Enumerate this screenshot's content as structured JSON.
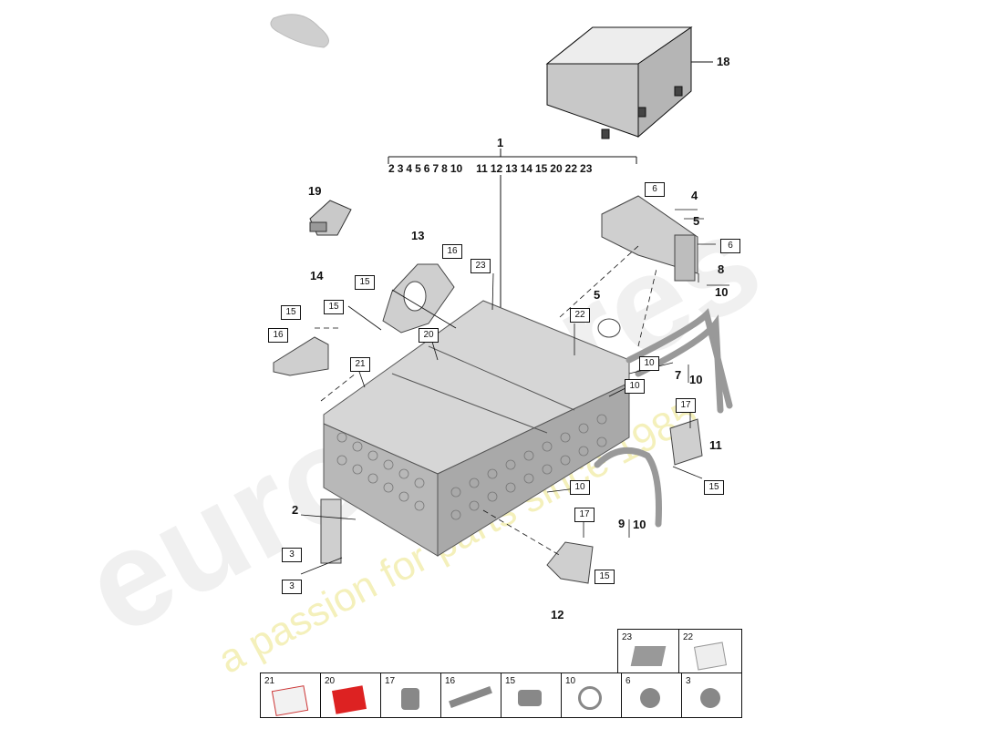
{
  "colors": {
    "line": "#111111",
    "part_fill": "#d4d4d4",
    "part_dark": "#9a9a9a",
    "watermark": "#e9e9e9",
    "watermark_yellow": "#f3efb4"
  },
  "watermark": {
    "brand": "eurospares",
    "slogan": "a passion for parts since 1985"
  },
  "header_numbers": [
    "2",
    "3",
    "4",
    "5",
    "6",
    "7",
    "8",
    "10",
    "11",
    "12",
    "13",
    "14",
    "15",
    "20",
    "22",
    "23"
  ],
  "callouts": {
    "c1": "1",
    "c2": "2",
    "c4": "4",
    "c5a": "5",
    "c5b": "5",
    "c7": "7",
    "c8": "8",
    "c9": "9",
    "c10a": "10",
    "c10b": "10",
    "c10c": "10",
    "c11": "11",
    "c12": "12",
    "c13": "13",
    "c14": "14",
    "c18": "18",
    "c19": "19"
  },
  "boxed": {
    "b3a": "3",
    "b3b": "3",
    "b6a": "6",
    "b6b": "6",
    "b10a": "10",
    "b10b": "10",
    "b10c": "10",
    "b15a": "15",
    "b15b": "15",
    "b15c": "15",
    "b15d": "15",
    "b15e": "15",
    "b16a": "16",
    "b16b": "16",
    "b17a": "17",
    "b17b": "17",
    "b20": "20",
    "b21": "21",
    "b22": "22",
    "b23": "23"
  },
  "tray_top": [
    "23",
    "22"
  ],
  "tray_bottom": [
    "21",
    "20",
    "17",
    "16",
    "15",
    "10",
    "6",
    "3"
  ]
}
